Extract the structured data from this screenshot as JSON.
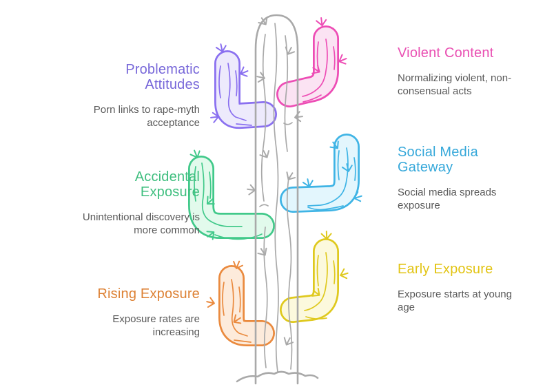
{
  "background": "#ffffff",
  "text_color": "#595959",
  "cactus": {
    "trunk_fill": "#F2F2F1",
    "trunk_stroke": "#A9A9A9"
  },
  "items": [
    {
      "id": "problematic-attitudes",
      "side": "left",
      "title": "Problematic\nAttitudes",
      "description": "Porn links to rape-myth\nacceptance",
      "color": "#7767D9",
      "arm_stroke": "#8A70F0",
      "arm_fill": "#EDEAFC"
    },
    {
      "id": "violent-content",
      "side": "right",
      "title": "Violent Content",
      "description": "Normalizing violent, non-\nconsensual acts",
      "color": "#E94FB2",
      "arm_stroke": "#ED4DB5",
      "arm_fill": "#FBE3F3"
    },
    {
      "id": "accidental-exposure",
      "side": "left",
      "title": "Accidental\nExposure",
      "description": "Unintentional discovery is\nmore common",
      "color": "#3EBE7E",
      "arm_stroke": "#41C98A",
      "arm_fill": "#E2FAEC"
    },
    {
      "id": "social-media-gateway",
      "side": "right",
      "title": "Social Media\nGateway",
      "description": "Social media spreads\nexposure",
      "color": "#36A8DA",
      "arm_stroke": "#3FB4E5",
      "arm_fill": "#E3F6FD"
    },
    {
      "id": "rising-exposure",
      "side": "left",
      "title": "Rising Exposure",
      "description": "Exposure rates are\nincreasing",
      "color": "#DD8134",
      "arm_stroke": "#EA8A3E",
      "arm_fill": "#FDEBDB"
    },
    {
      "id": "early-exposure",
      "side": "right",
      "title": "Early Exposure",
      "description": "Exposure starts at young\nage",
      "color": "#E2C414",
      "arm_stroke": "#DFC91E",
      "arm_fill": "#FCF9DD"
    }
  ]
}
